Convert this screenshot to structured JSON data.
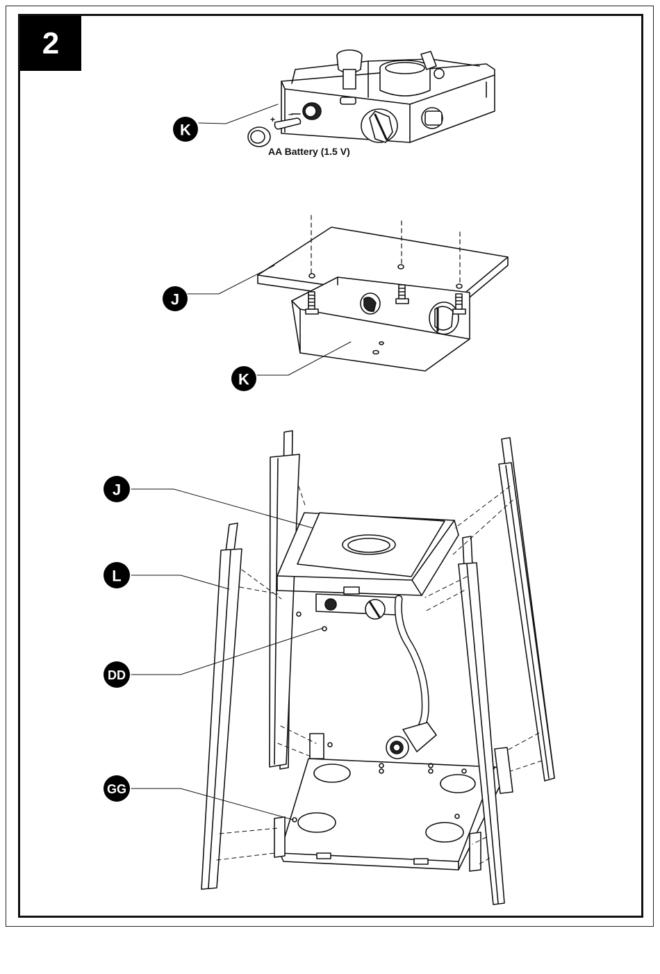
{
  "step_number": "2",
  "battery_caption": "AA Battery (1.5 V)",
  "battery_polarity": {
    "plus": "+",
    "minus": "–"
  },
  "callouts": {
    "k_top": "K",
    "j_mid": "J",
    "k_mid": "K",
    "j_bottom": "J",
    "l_bottom": "L",
    "dd_bottom": "DD",
    "gg_bottom": "GG"
  },
  "colors": {
    "ink": "#111111",
    "callout_fill": "#000000",
    "callout_text": "#ffffff",
    "background": "#ffffff"
  }
}
